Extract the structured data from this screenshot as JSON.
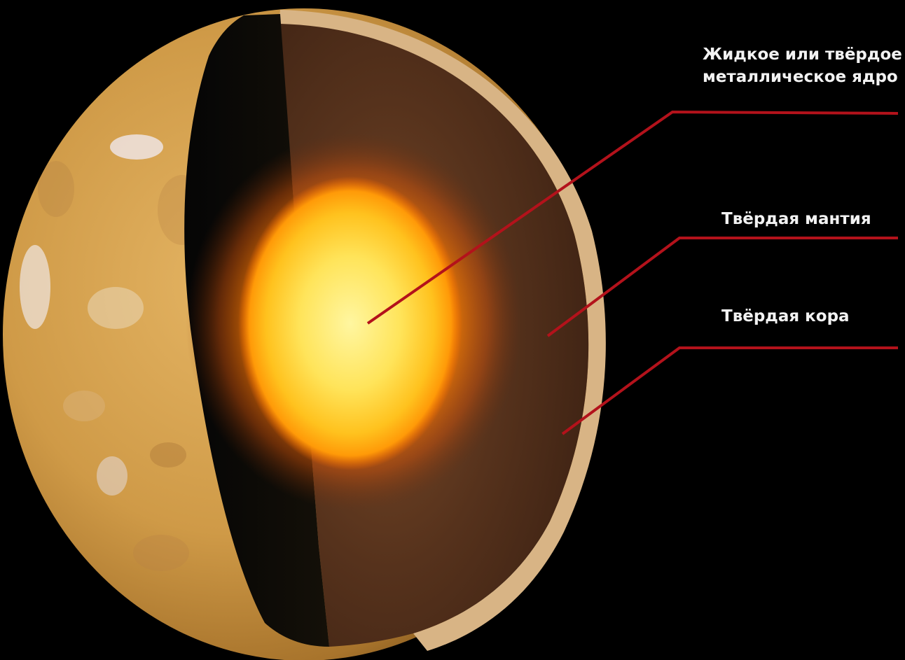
{
  "labels": {
    "core_line1": "Жидкое или твёрдое",
    "core_line2": "металлическое ядро",
    "mantle": "Твёрдая мантия",
    "crust": "Твёрдая кора"
  },
  "colors": {
    "background": "#000000",
    "leader_line": "#b3121b",
    "surface": "#c8923f",
    "mantle": "#4a2a1a",
    "core_center": "#fff27a",
    "core_edge": "#ff7a00",
    "crust": "#d9b48a",
    "label_text": "#f2f2f2"
  }
}
